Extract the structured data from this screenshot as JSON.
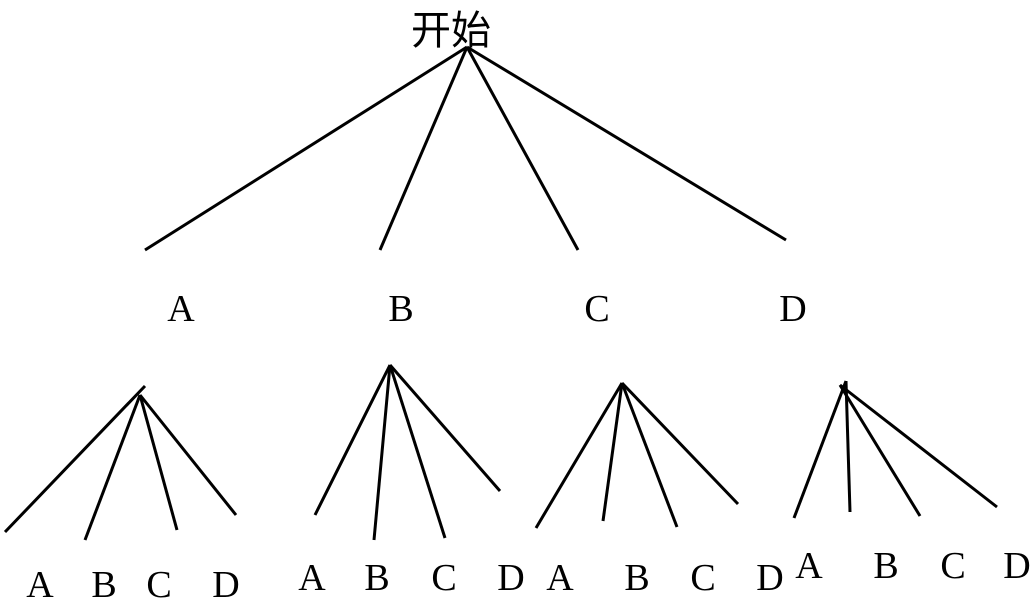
{
  "diagram": {
    "root": "开始",
    "level1": [
      "A",
      "B",
      "C",
      "D"
    ],
    "level2": [
      [
        "A",
        "B",
        "C",
        "D"
      ],
      [
        "A",
        "B",
        "C",
        "D"
      ],
      [
        "A",
        "B",
        "C",
        "D"
      ],
      [
        "A",
        "B",
        "C",
        "D"
      ]
    ],
    "colors": {
      "line": "#000000",
      "text": "#000000",
      "background": "#ffffff"
    }
  }
}
